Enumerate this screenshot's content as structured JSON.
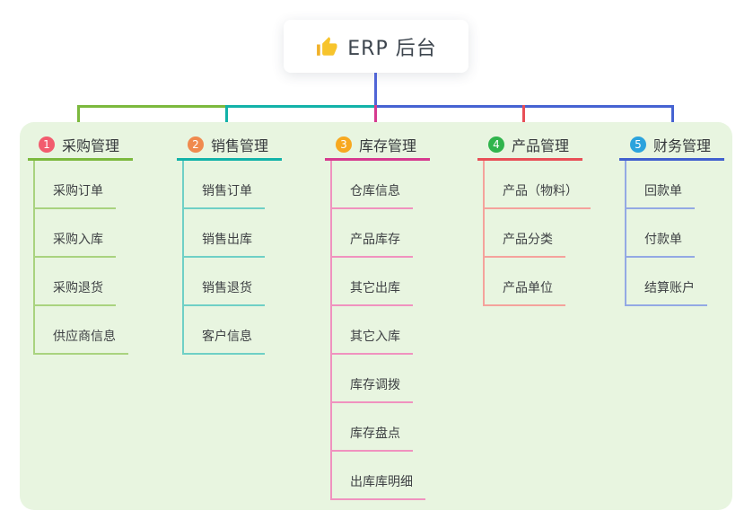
{
  "root": {
    "title": "ERP 后台",
    "icon": "thumbs-up-icon",
    "icon_color": "#f7c42c",
    "stem_color": "#5065d6"
  },
  "panel": {
    "background": "#e8f5e0"
  },
  "branches": [
    {
      "index": "1",
      "label": "采购管理",
      "badge_color": "#f25c6e",
      "line_color": "#7cb93e",
      "sub_line_color": "#a9d37f",
      "items": [
        "采购订单",
        "采购入库",
        "采购退货",
        "供应商信息"
      ]
    },
    {
      "index": "2",
      "label": "销售管理",
      "badge_color": "#f08a4e",
      "line_color": "#12b2a8",
      "sub_line_color": "#6fd0c6",
      "items": [
        "销售订单",
        "销售出库",
        "销售退货",
        "客户信息"
      ]
    },
    {
      "index": "3",
      "label": "库存管理",
      "badge_color": "#f7a81f",
      "line_color": "#d63a8f",
      "sub_line_color": "#f092bf",
      "items": [
        "仓库信息",
        "产品库存",
        "其它出库",
        "其它入库",
        "库存调拨",
        "库存盘点",
        "出库库明细"
      ]
    },
    {
      "index": "4",
      "label": "产品管理",
      "badge_color": "#30b44c",
      "line_color": "#e84f57",
      "sub_line_color": "#f5a29c",
      "items": [
        "产品（物料）",
        "产品分类",
        "产品单位"
      ]
    },
    {
      "index": "5",
      "label": "财务管理",
      "badge_color": "#2ba3dd",
      "line_color": "#4160ce",
      "sub_line_color": "#93a9e4",
      "items": [
        "回款单",
        "付款单",
        "结算账户"
      ]
    }
  ]
}
